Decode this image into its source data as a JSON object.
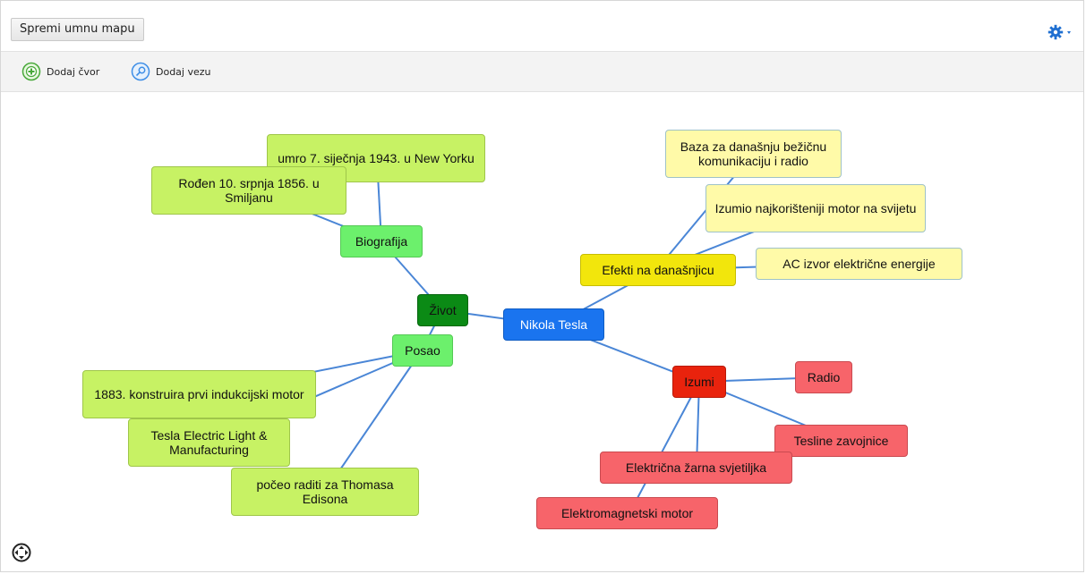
{
  "toolbar": {
    "save_label": "Spremi umnu mapu",
    "add_node_label": "Dodaj čvor",
    "add_link_label": "Dodaj vezu",
    "settings_icon": "gear-icon",
    "add_node_icon": "add-node-icon",
    "add_link_icon": "add-link-icon"
  },
  "mindmap": {
    "root": {
      "label": "Nikola Tesla",
      "color": "#1a74ef"
    },
    "zivot": {
      "label": "Život",
      "color": "#0b8a15",
      "biografija": {
        "label": "Biografija",
        "children": [
          "umro 7. siječnja 1943. u New Yorku",
          "Rođen 10. srpnja 1856. u Smiljanu"
        ]
      },
      "posao": {
        "label": "Posao",
        "children": [
          "1883. konstruira prvi indukcijski motor",
          "Tesla Electric Light & Manufacturing",
          "počeo raditi za Thomasa Edisona"
        ]
      }
    },
    "efekti": {
      "label": "Efekti na današnjicu",
      "color": "#f2e60c",
      "children": [
        "Baza za današnju bežičnu komunikaciju i radio",
        "Izumio najkorišteniji motor na svijetu",
        "AC izvor električne energije"
      ]
    },
    "izumi": {
      "label": "Izumi",
      "color": "#e9230d",
      "children": [
        "Radio",
        "Tesline zavojnice",
        "Električna žarna svjetiljka",
        "Elektromagnetski motor"
      ]
    },
    "link_color": "#4a86d6"
  },
  "footer": {
    "fit_icon": "fit-to-screen-icon"
  }
}
